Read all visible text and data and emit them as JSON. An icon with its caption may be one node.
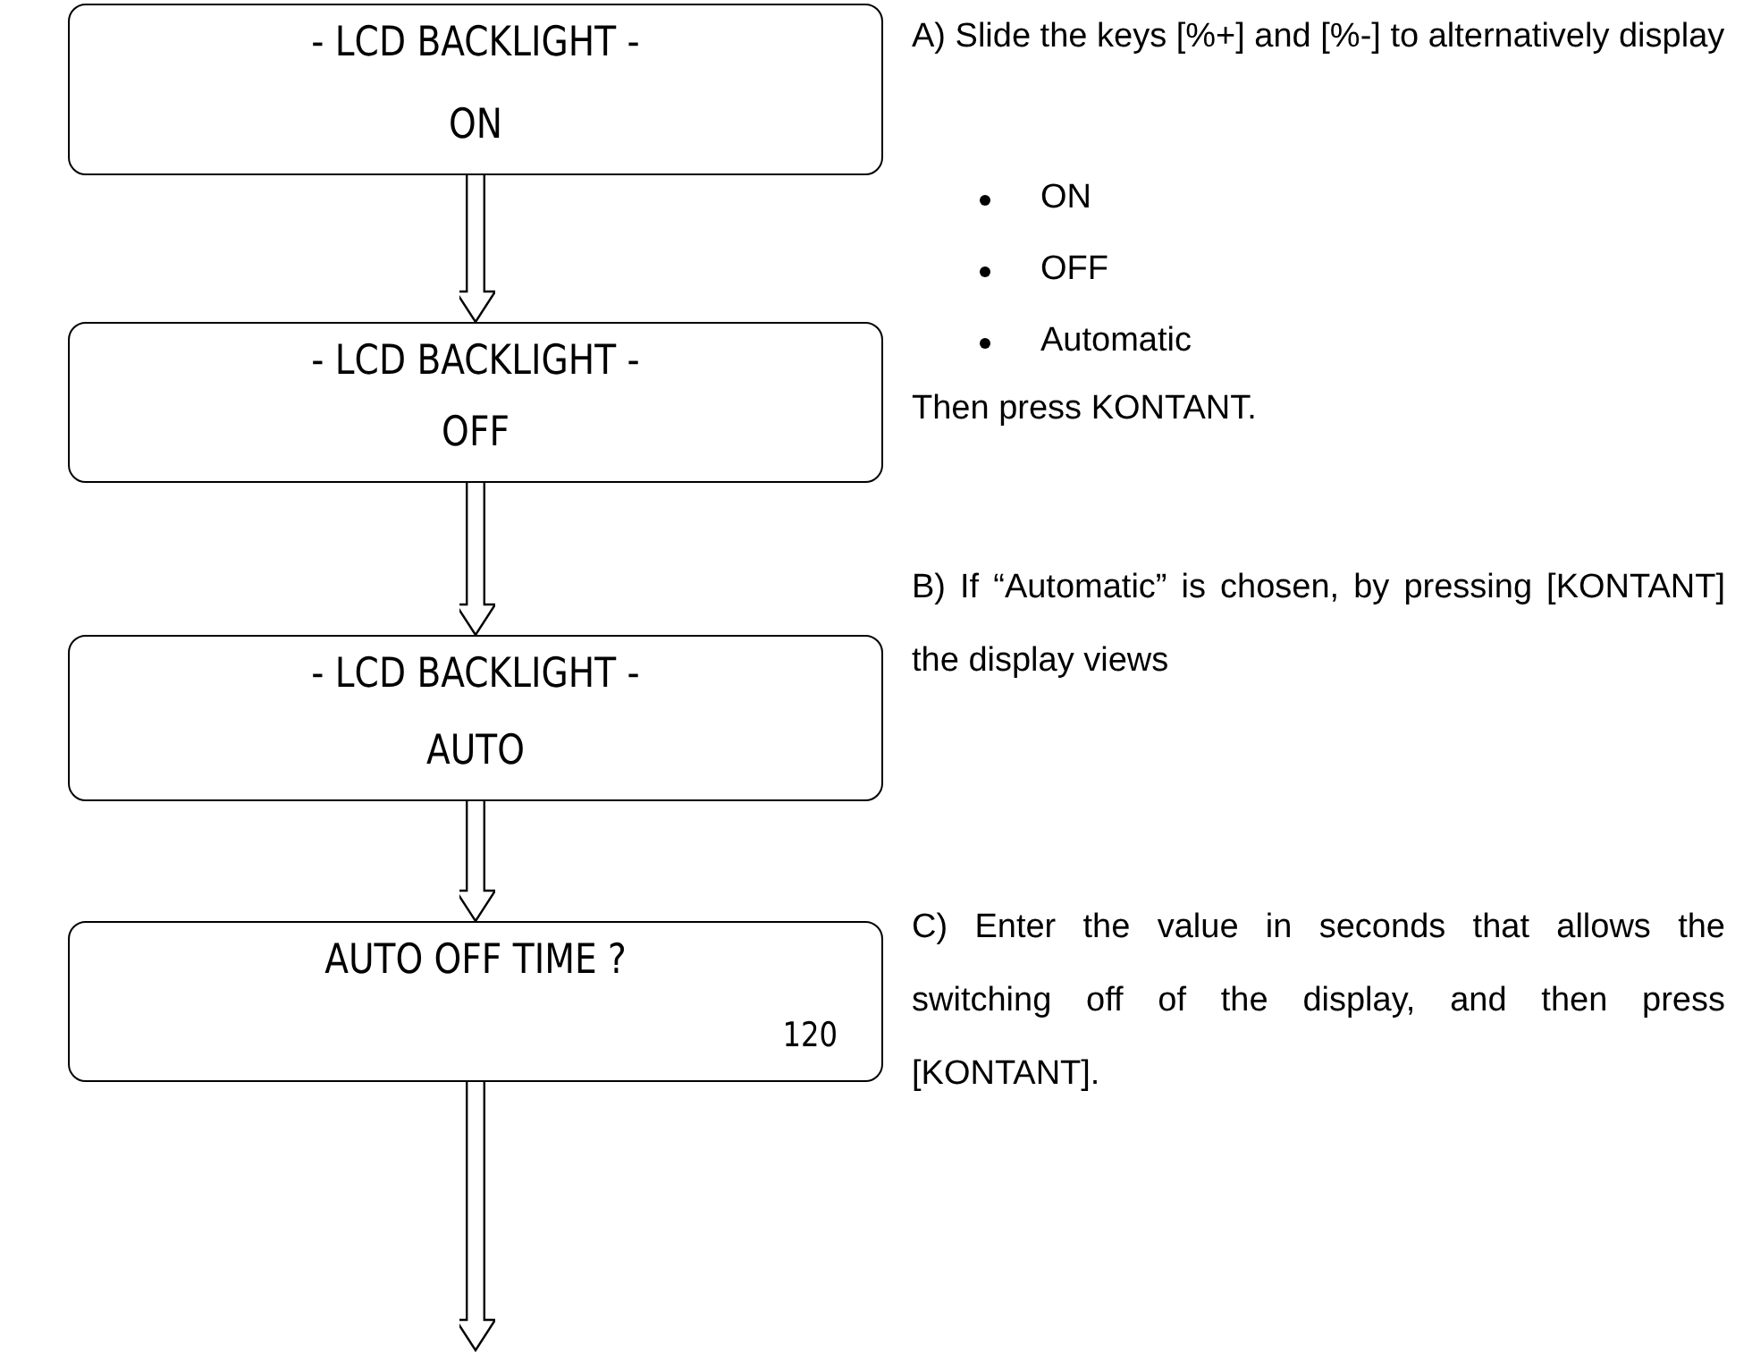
{
  "diagram": {
    "nodes": [
      {
        "text": [
          "- LCD BACKLIGHT -",
          "ON"
        ]
      },
      {
        "text": [
          "- LCD BACKLIGHT -",
          "OFF"
        ]
      },
      {
        "text": [
          "- LCD BACKLIGHT -",
          "AUTO"
        ]
      },
      {
        "text": [
          "AUTO OFF TIME ?",
          "120"
        ]
      }
    ],
    "edges": [
      {
        "from": 0,
        "to": 1,
        "arrow": "to"
      },
      {
        "from": 1,
        "to": 2,
        "arrow": "to"
      },
      {
        "from": 2,
        "to": 3,
        "arrow": "to"
      },
      {
        "from": 3,
        "to": null,
        "arrow": "to"
      }
    ],
    "labels": [
      "A) Slide the keys [%+] and [%-] to alternatively display",
      "ON",
      "OFF",
      "Automatic",
      "Then press KONTANT.",
      "B) If “Automatic” is chosen, by pressing [KONTANT] the display views",
      "C) Enter the value in seconds that allows the switching off of the display, and then press [KONTANT]."
    ]
  }
}
